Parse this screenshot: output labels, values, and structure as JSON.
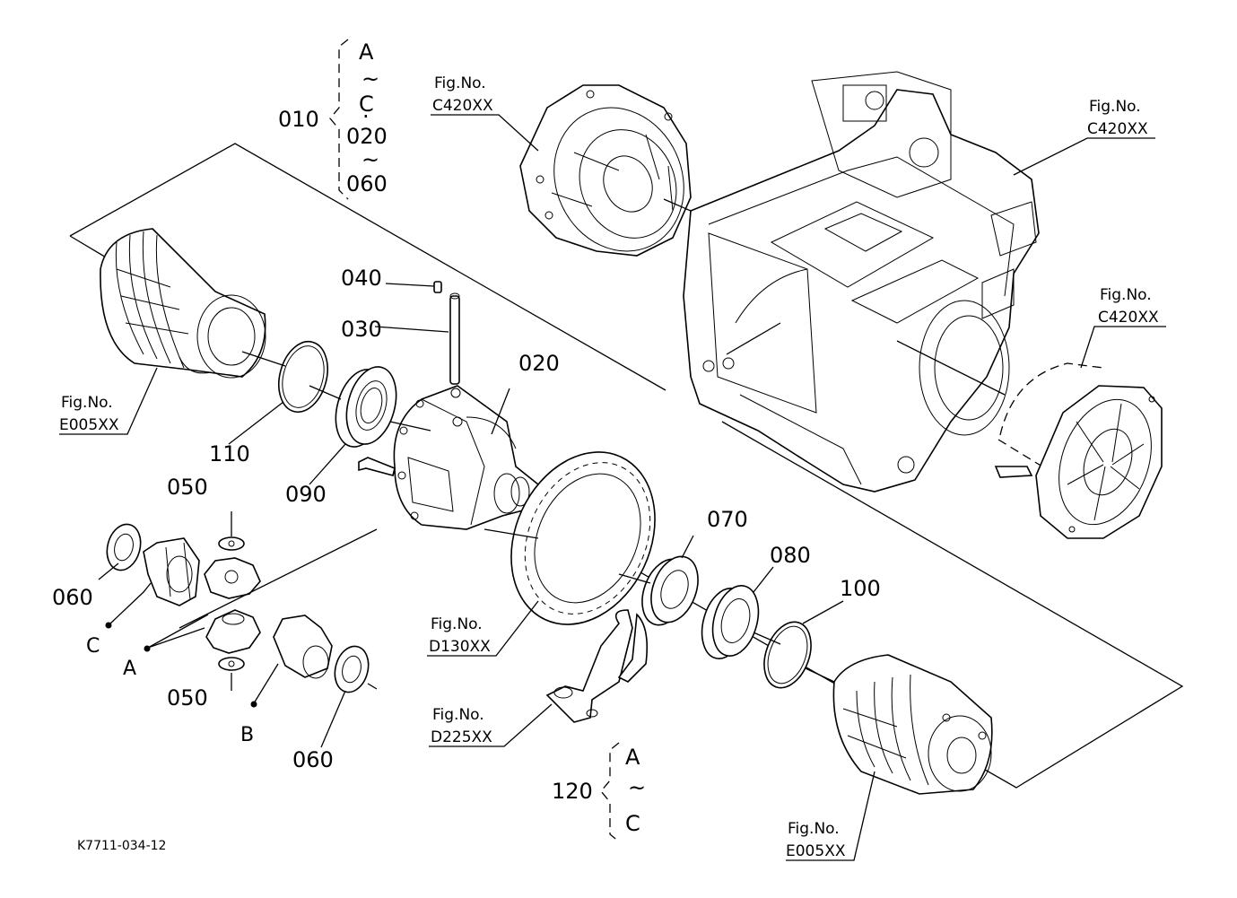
{
  "labels": {
    "p010": "010",
    "p020": "020",
    "p030": "030",
    "p040": "040",
    "p050": "050",
    "p060": "060",
    "p070": "070",
    "p080": "080",
    "p090": "090",
    "p100": "100",
    "p110": "110",
    "p120": "120"
  },
  "group_010": {
    "from": "A",
    "tilde": "~",
    "to": "C",
    "dot": "·",
    "range_start": "020",
    "range_end": "060"
  },
  "group_120": {
    "from": "A",
    "tilde": "~",
    "to": "C"
  },
  "markers": {
    "a": "A",
    "b": "B",
    "c": "C"
  },
  "fig_refs": {
    "prefix": "Fig.No.",
    "c420_top": "C420XX",
    "c420_right_top": "C420XX",
    "c420_right_mid": "C420XX",
    "e005_left": "E005XX",
    "e005_right": "E005XX",
    "d130": "D130XX",
    "d225": "D225XX"
  },
  "drawing_code": "K7711-034-12"
}
